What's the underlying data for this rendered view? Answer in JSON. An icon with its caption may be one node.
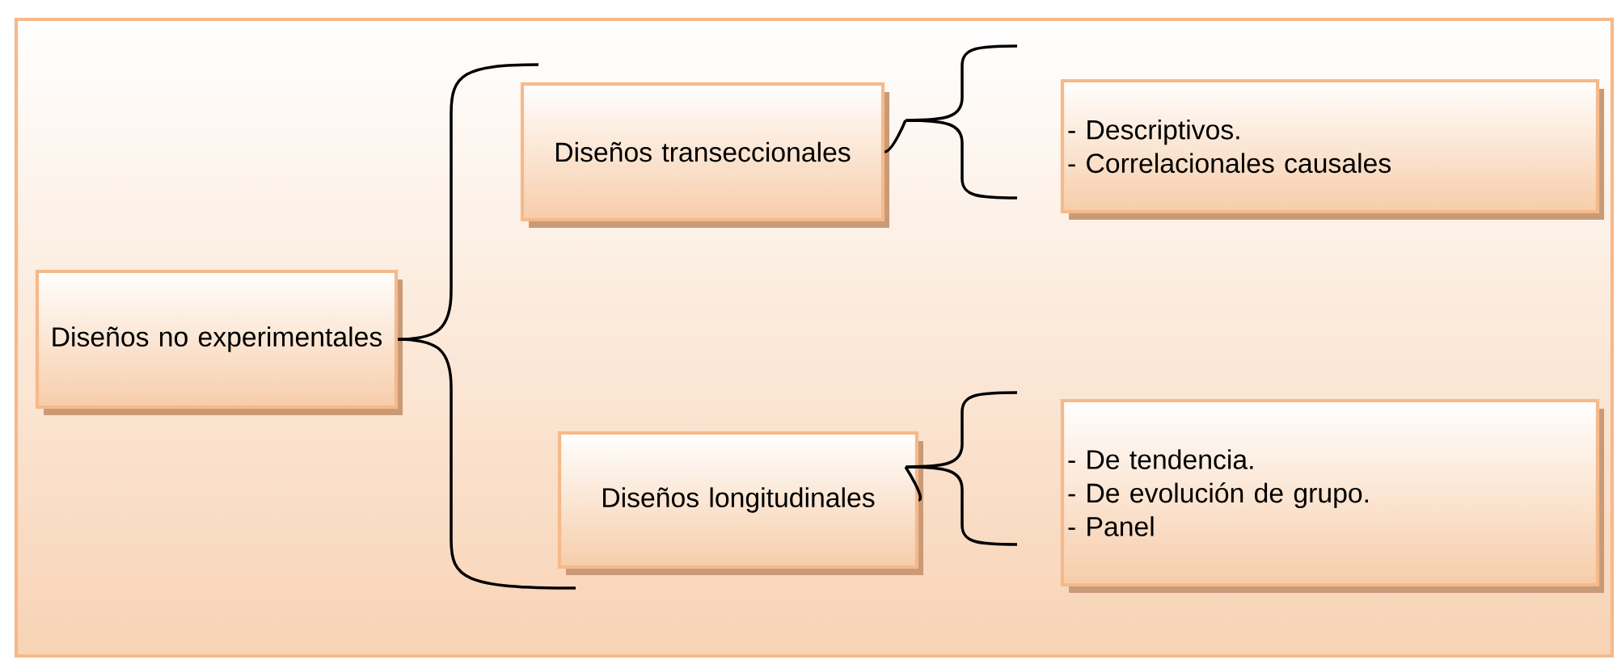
{
  "diagram": {
    "nodes": [
      {
        "text": [
          "Diseños no experimentales"
        ]
      },
      {
        "text": [
          "Diseños transeccionales"
        ]
      },
      {
        "text": [
          "- Descriptivos.",
          "- Correlacionales causales"
        ]
      },
      {
        "text": [
          "Diseños longitudinales"
        ]
      },
      {
        "text": [
          "- De tendencia.",
          "- De evolución de grupo.",
          "- Panel"
        ]
      }
    ],
    "edges": [
      {
        "from": 0,
        "to": 1,
        "arrow": "none"
      },
      {
        "from": 0,
        "to": 3,
        "arrow": "none"
      },
      {
        "from": 1,
        "to": 2,
        "arrow": "none"
      },
      {
        "from": 3,
        "to": 4,
        "arrow": "none"
      }
    ]
  }
}
